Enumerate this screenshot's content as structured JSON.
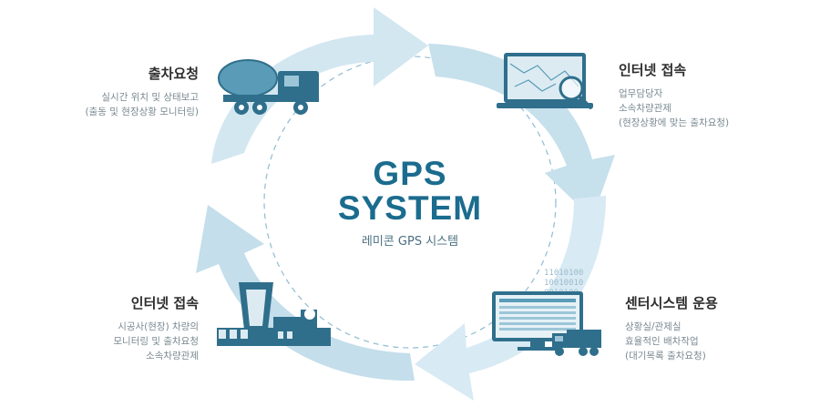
{
  "center": {
    "title_line1": "GPS",
    "title_line2": "SYSTEM",
    "subtitle": "레미콘 GPS 시스템"
  },
  "blocks": {
    "top_left": {
      "title": "출차요청",
      "lines": [
        "실시간 위치 및 상태보고",
        "(출동 및 현장상황 모니터링)"
      ]
    },
    "top_right": {
      "title": "인터넷 접속",
      "lines": [
        "업무담당자",
        "소속차량관제",
        "(현장상황에 맞는 출차요청)"
      ]
    },
    "bottom_left": {
      "title": "인터넷 접속",
      "lines": [
        "시공사(현장) 차량의",
        "모니터링 및 출차요청",
        "소속차량관제"
      ]
    },
    "bottom_right": {
      "title": "센터시스템 운용",
      "lines": [
        "상황실/관제실",
        "효율적인 배차작업",
        "(대기목록 출차요청)"
      ]
    }
  },
  "binary_text": [
    "11010100",
    "10010010",
    "0010100"
  ],
  "colors": {
    "title": "#1b6c8e",
    "arrow_light": "#d9ebf3",
    "arrow_mid": "#bcdbea",
    "icon": "#2f6f8c",
    "dash": "#8fbcd2"
  }
}
